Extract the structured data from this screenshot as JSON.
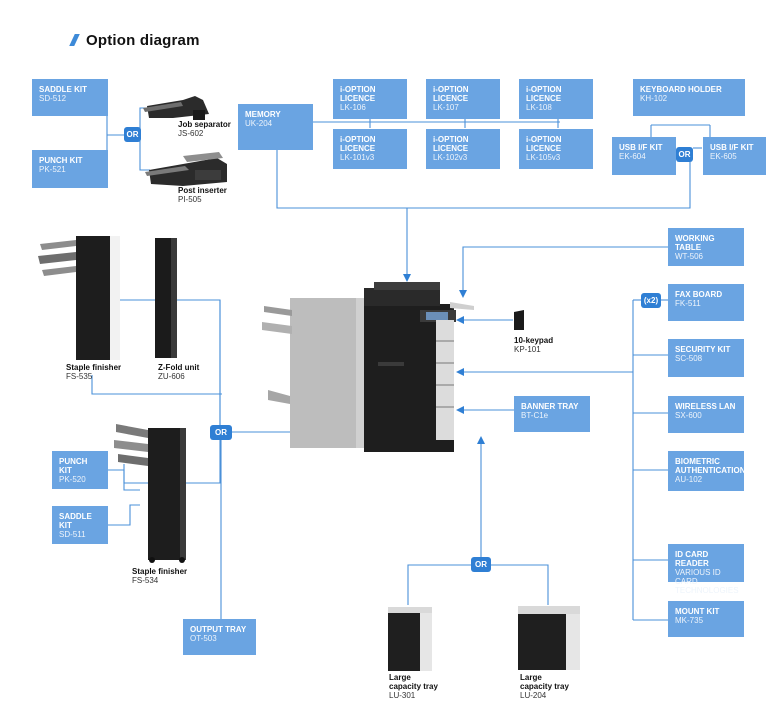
{
  "title": "Option diagram",
  "or_label": "OR",
  "x2_label": "(x2)",
  "boxes": {
    "saddle_sd512": {
      "name": "SADDLE KIT",
      "code": "SD-512"
    },
    "punch_pk521": {
      "name": "PUNCH KIT",
      "code": "PK-521"
    },
    "memory": {
      "name": "MEMORY",
      "code": "UK-204"
    },
    "lk106": {
      "name": "i-OPTION\nLICENCE",
      "code": "LK-106"
    },
    "lk107": {
      "name": "i-OPTION\nLICENCE",
      "code": "LK-107"
    },
    "lk108": {
      "name": "i-OPTION\nLICENCE",
      "code": "LK-108"
    },
    "lk101": {
      "name": "i-OPTION\nLICENCE",
      "code": "LK-101v3"
    },
    "lk102": {
      "name": "i-OPTION\nLICENCE",
      "code": "LK-102v3"
    },
    "lk105": {
      "name": "i-OPTION\nLICENCE",
      "code": "LK-105v3"
    },
    "keyboard": {
      "name": "KEYBOARD HOLDER",
      "code": "KH-102"
    },
    "usb604": {
      "name": "USB I/F KIT",
      "code": "EK-604"
    },
    "usb605": {
      "name": "USB I/F KIT",
      "code": "EK-605"
    },
    "working_table": {
      "name": "WORKING\nTABLE",
      "code": "WT-506"
    },
    "fax": {
      "name": "FAX BOARD",
      "code": "FK-511"
    },
    "security": {
      "name": "SECURITY KIT",
      "code": "SC-508"
    },
    "wireless": {
      "name": "WIRELESS LAN",
      "code": "SX-600"
    },
    "biometric": {
      "name": "BIOMETRIC\nAUTHENTICATION",
      "code": "AU-102"
    },
    "idcard": {
      "name": "ID CARD READER",
      "code": "VARIOUS ID CARD\nTECHNOLOGIES"
    },
    "mount": {
      "name": "MOUNT KIT",
      "code": "MK-735"
    },
    "banner": {
      "name": "BANNER TRAY",
      "code": "BT-C1e"
    },
    "punch_pk520": {
      "name": "PUNCH KIT",
      "code": "PK-520"
    },
    "saddle_sd511": {
      "name": "SADDLE KIT",
      "code": "SD-511"
    },
    "output_tray": {
      "name": "OUTPUT TRAY",
      "code": "OT-503"
    }
  },
  "labels": {
    "job_sep": {
      "name": "Job separator",
      "code": "JS-602"
    },
    "post_ins": {
      "name": "Post inserter",
      "code": "PI-505"
    },
    "fs535": {
      "name": "Staple finisher",
      "code": "FS-535"
    },
    "zfold": {
      "name": "Z-Fold unit",
      "code": "ZU-606"
    },
    "fs534": {
      "name": "Staple finisher",
      "code": "FS-534"
    },
    "keypad": {
      "name": "10-keypad",
      "code": "KP-101"
    },
    "lu301": {
      "name": "Large\ncapacity tray",
      "code": "LU-301"
    },
    "lu204": {
      "name": "Large\ncapacity tray",
      "code": "LU-204"
    }
  },
  "colors": {
    "box": "#6aa4e2",
    "connector": "#2f7fd4",
    "line": "#4a90d9"
  }
}
